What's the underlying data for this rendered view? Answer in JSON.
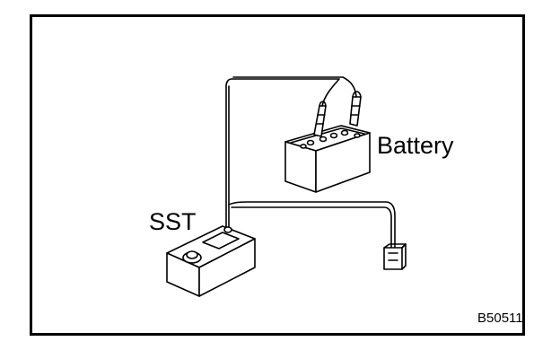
{
  "labels": {
    "battery": "Battery",
    "sst": "SST",
    "figure_code": "B50511"
  },
  "colors": {
    "line": "#000000",
    "background": "#ffffff"
  }
}
